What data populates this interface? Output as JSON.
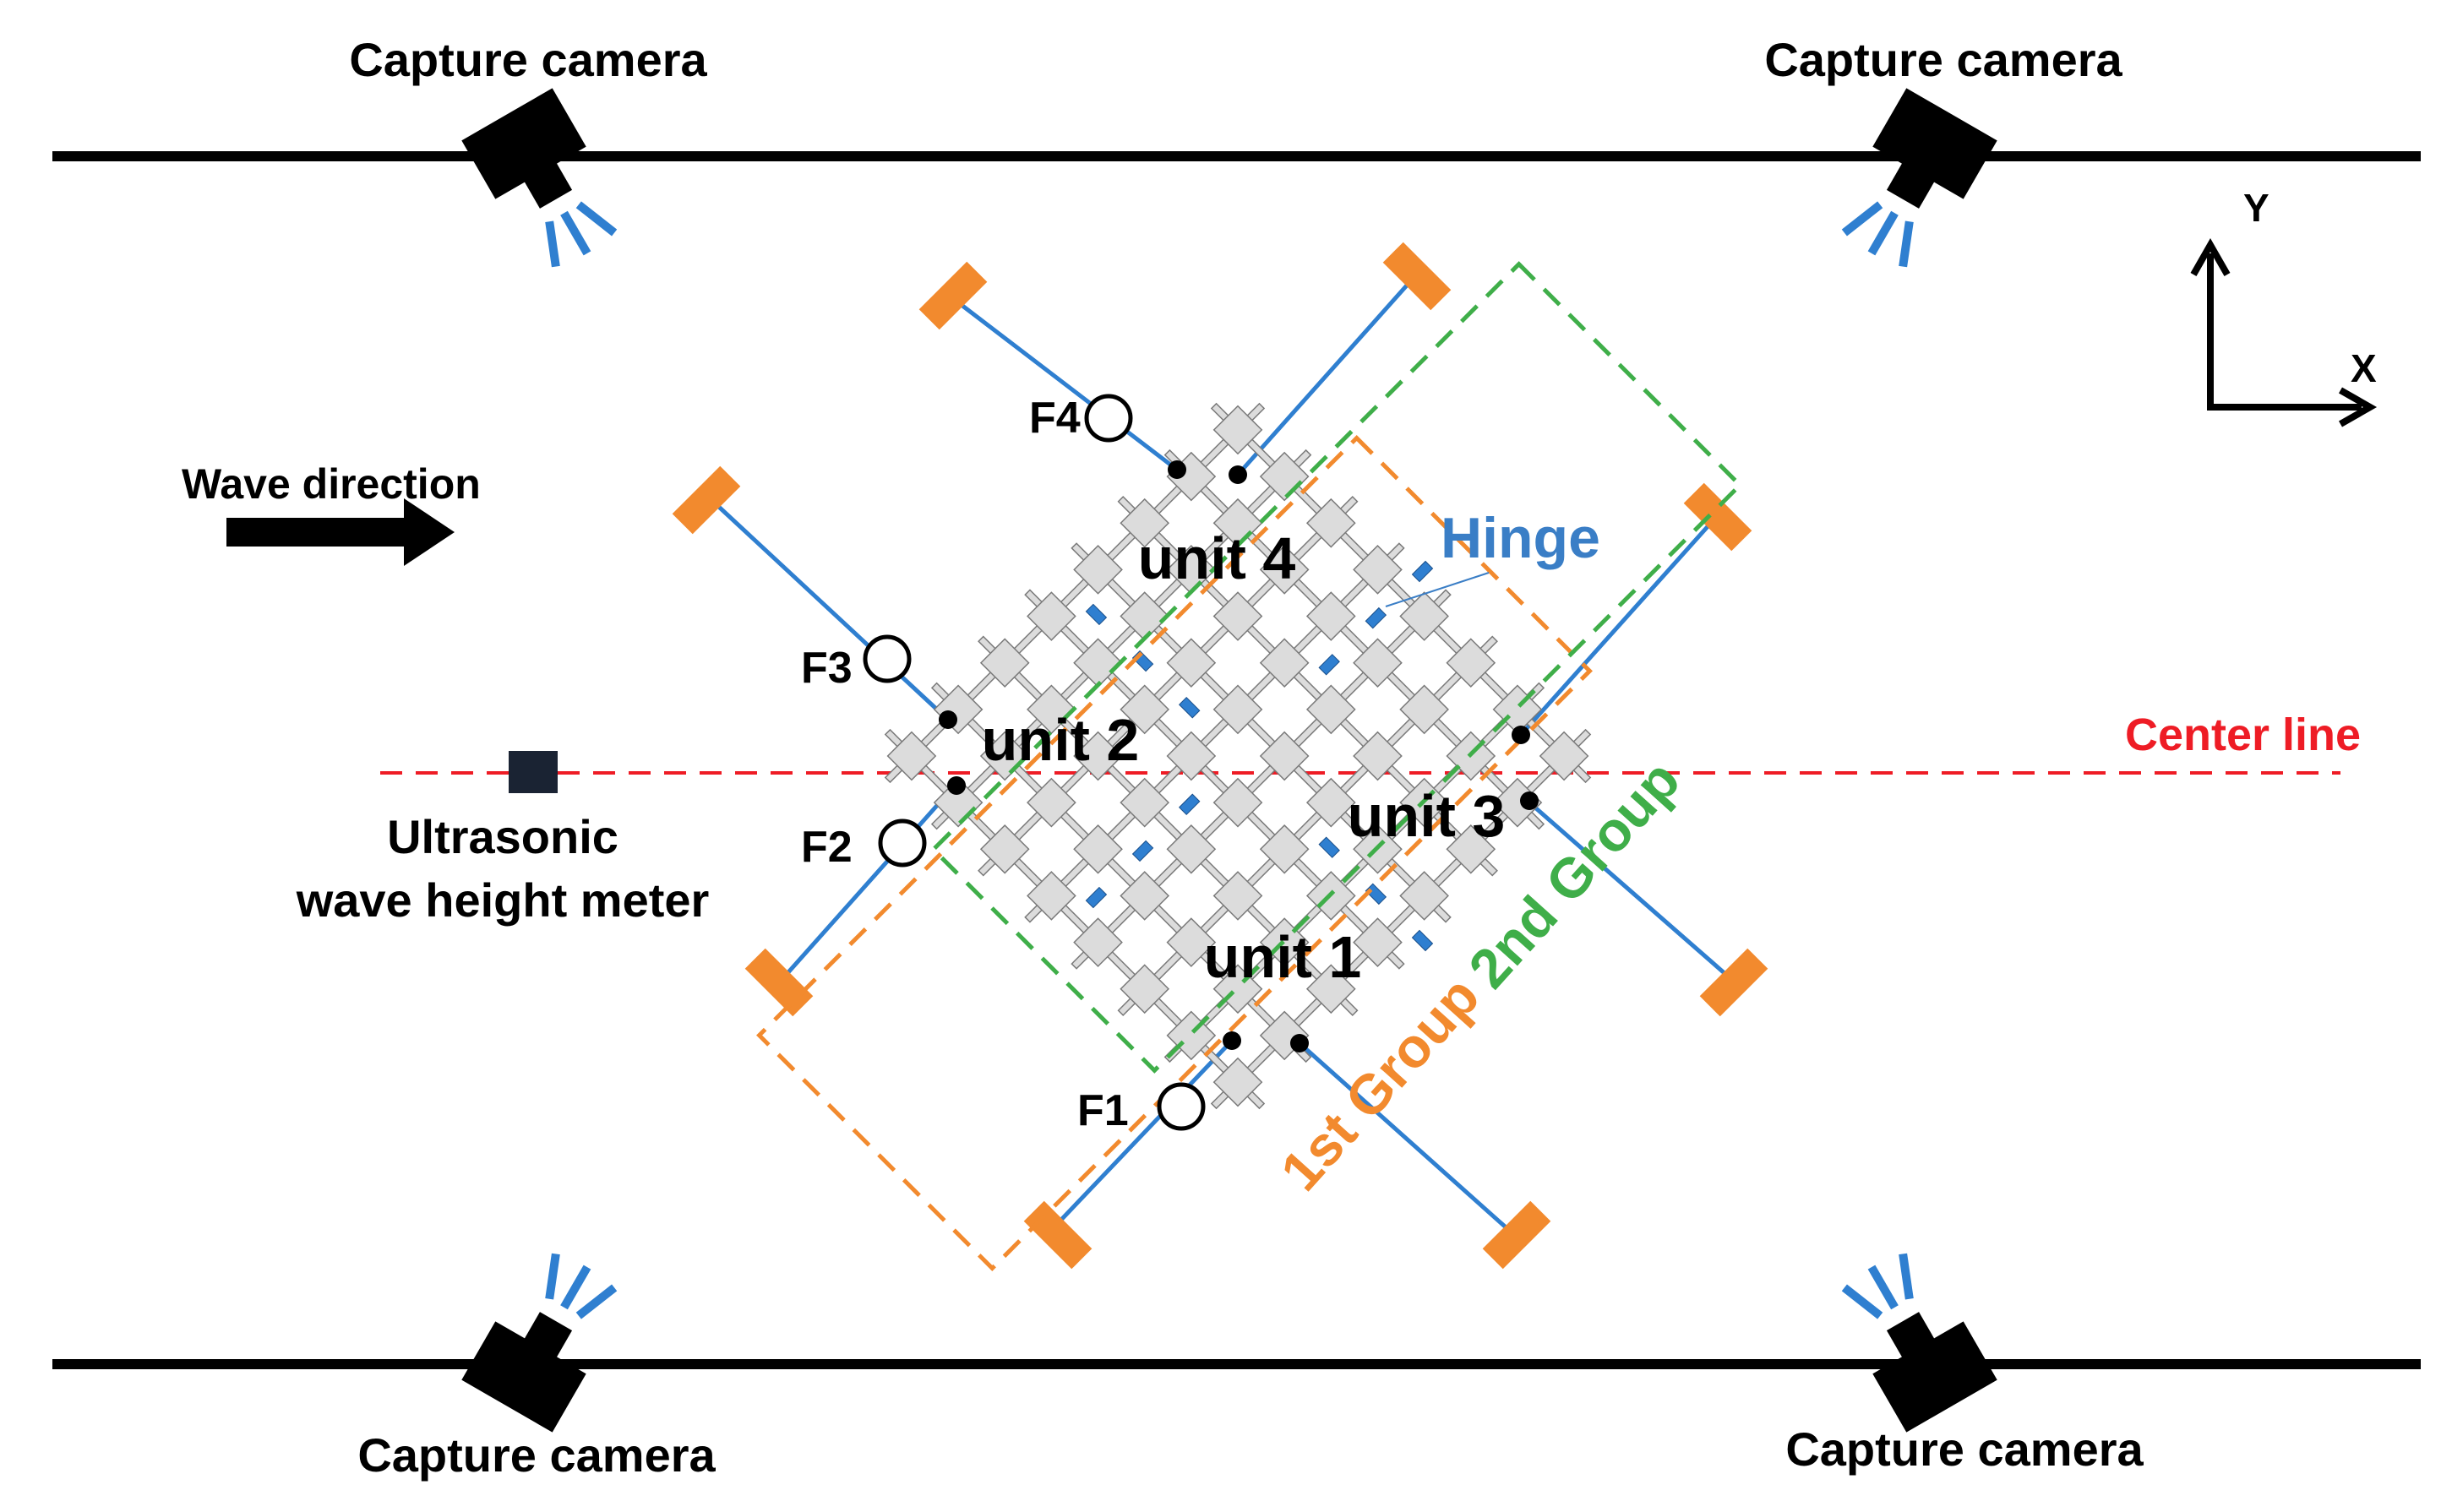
{
  "labels": {
    "camera_top_left": "Capture camera",
    "camera_top_right": "Capture camera",
    "camera_bottom_left": "Capture camera",
    "camera_bottom_right": "Capture camera",
    "wave_direction": "Wave direction",
    "ultrasonic_line1": "Ultrasonic",
    "ultrasonic_line2": "wave height meter",
    "center_line": "Center line",
    "hinge": "Hinge",
    "unit1": "unit 1",
    "unit2": "unit 2",
    "unit3": "unit 3",
    "unit4": "unit 4",
    "group1": "1st Group",
    "group2": "2nd Group",
    "f1": "F1",
    "f2": "F2",
    "f3": "F3",
    "f4": "F4",
    "axis_x": "X",
    "axis_y": "Y"
  },
  "colors": {
    "rail": "#000000",
    "camera": "#000000",
    "flash": "#2f7fd0",
    "anchor": "#f28a2e",
    "mooring": "#2f7fd0",
    "center_line": "#ee1c25",
    "hinge_text": "#3a7ec6",
    "group1": "#f28a2e",
    "group2": "#3fae49",
    "module_fill": "#dcdcdc",
    "module_stroke": "#7a7a7a",
    "meter": "#1a2333"
  },
  "icons": {
    "camera": "camera-icon",
    "wave_arrow": "right-arrow-icon",
    "meter": "ultrasonic-meter-icon",
    "force_sensor": "load-cell-circle-icon",
    "anchor": "anchor-block-icon"
  }
}
